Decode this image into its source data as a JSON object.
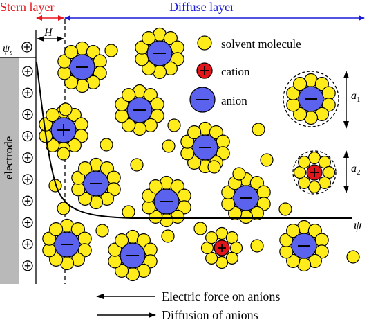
{
  "header": {
    "stern_label": "Stern layer",
    "diffuse_label": "Diffuse layer",
    "stern_color": "#e8141b",
    "diffuse_color": "#1a1ad8"
  },
  "electrode": {
    "label": "electrode",
    "psi_s": "ψ",
    "psi_s_sub": "s",
    "plus_count": 10
  },
  "stern_width_label": "H",
  "psi_curve_label": "ψ",
  "legend": {
    "solvent": "solvent molecule",
    "cation": "cation",
    "anion": "anion"
  },
  "size_labels": {
    "a1": "a",
    "a1_sub": "1",
    "a2": "a",
    "a2_sub": "2"
  },
  "bottom_notes": {
    "electric_force": "Electric force on anions",
    "diffusion": "Diffusion of anions"
  },
  "colors": {
    "solvent": "#ffec1a",
    "cation": "#e2151b",
    "anion": "#5a62ee",
    "electrode": "#b9b9b9",
    "ink": "#000000"
  }
}
